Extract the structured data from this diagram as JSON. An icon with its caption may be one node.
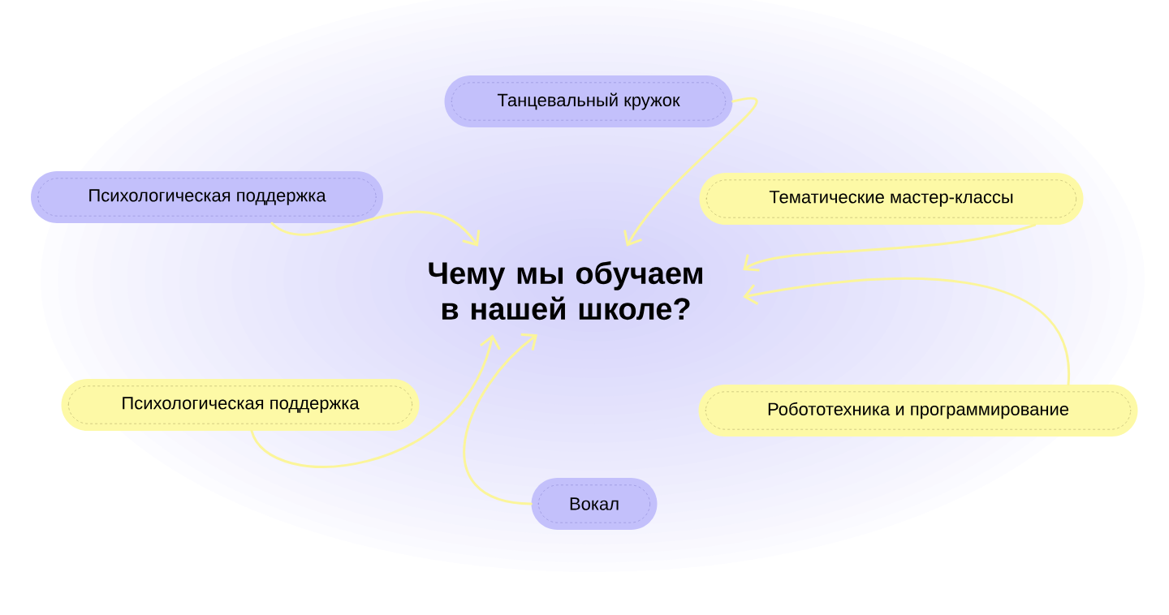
{
  "diagram": {
    "nodes": [
      {
        "text": [
          "Чему мы обучаем в нашей школе?"
        ]
      },
      {
        "text": [
          "Танцевальный кружок"
        ]
      },
      {
        "text": [
          "Психологическая поддержка"
        ]
      },
      {
        "text": [
          "Тематические мастер-классы"
        ]
      },
      {
        "text": [
          "Психологическая поддержка"
        ]
      },
      {
        "text": [
          "Робототехника и программирование"
        ]
      },
      {
        "text": [
          "Вокал"
        ]
      }
    ],
    "edges": [
      {
        "from": 1,
        "to": 0,
        "arrow": "to"
      },
      {
        "from": 2,
        "to": 0,
        "arrow": "to"
      },
      {
        "from": 3,
        "to": 0,
        "arrow": "to"
      },
      {
        "from": 4,
        "to": 0,
        "arrow": "to"
      },
      {
        "from": 5,
        "to": 0,
        "arrow": "to"
      },
      {
        "from": 6,
        "to": 0,
        "arrow": "to"
      }
    ]
  }
}
